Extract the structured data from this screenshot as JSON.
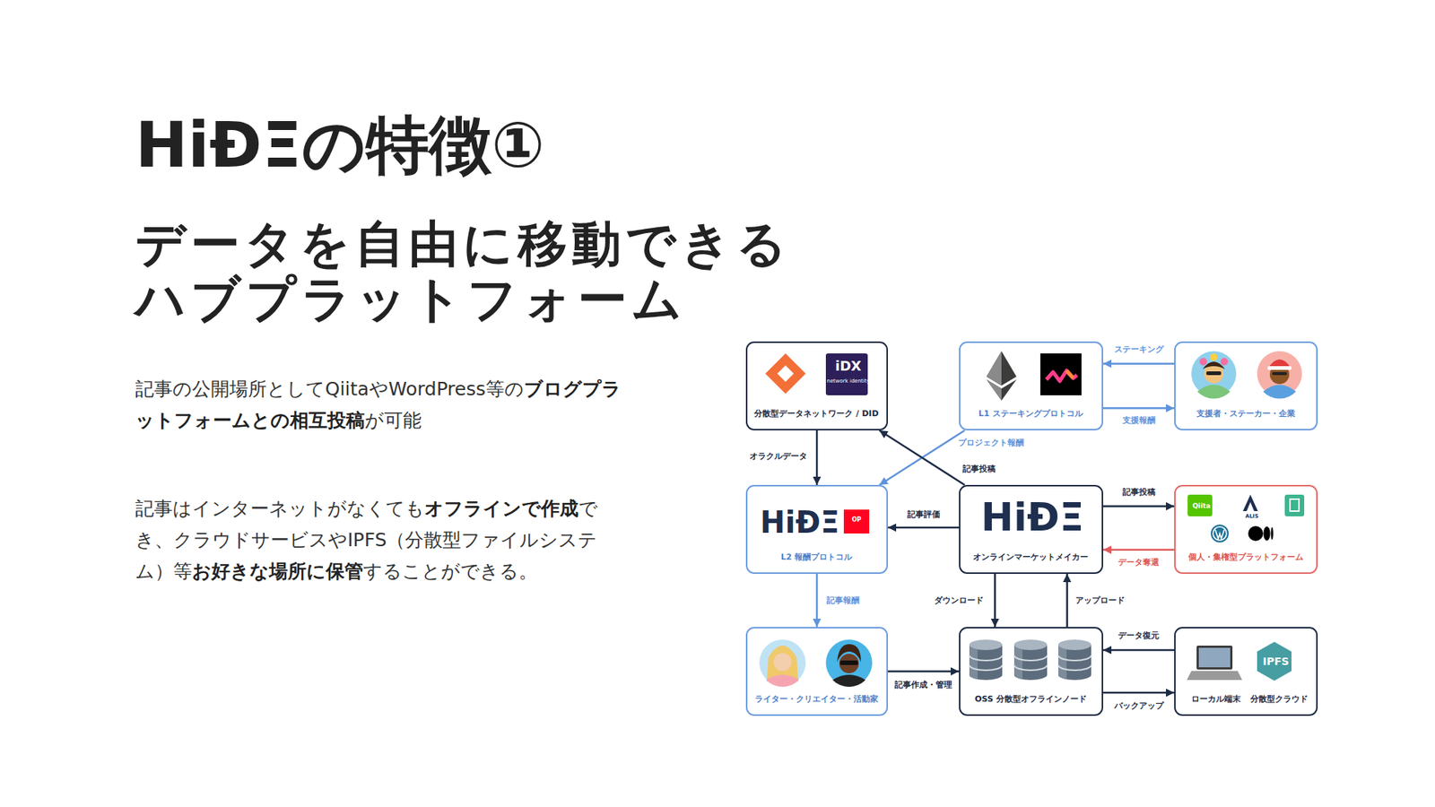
{
  "diagram": {
    "title": "HiĐΞの特徴①",
    "nodes": [
      {
        "text": [
          "iDX",
          "network identity",
          "分散型データネットワーク / DID"
        ]
      },
      {
        "text": [
          "L1 ステーキングプロトコル"
        ]
      },
      {
        "text": [
          "支援者・ステーカー・企業"
        ]
      },
      {
        "text": [
          "HiĐΞ",
          "OP",
          "L2 報酬プロトコル"
        ]
      },
      {
        "text": [
          "HiĐΞ",
          "オンラインマーケットメイカー"
        ]
      },
      {
        "text": [
          "Qiita",
          "ALIS",
          "個人・集権型プラットフォーム"
        ]
      },
      {
        "text": [
          "ライター・クリエイター・活動家"
        ]
      },
      {
        "text": [
          "OSS 分散型オフラインノード"
        ]
      },
      {
        "text": [
          "IPFS",
          "ローカル端末",
          "分散型クラウド"
        ]
      }
    ],
    "edges": [
      {
        "from": 2,
        "to": 1,
        "label": "ステーキング",
        "arrow": "to"
      },
      {
        "from": 1,
        "to": 2,
        "label": "支援報酬",
        "arrow": "to"
      },
      {
        "from": 0,
        "to": 3,
        "label": "オラクルデータ",
        "arrow": "to"
      },
      {
        "from": 1,
        "to": 3,
        "label": "プロジェクト報酬",
        "arrow": "to"
      },
      {
        "from": 4,
        "to": 0,
        "label": "記事投稿",
        "arrow": "to"
      },
      {
        "from": 4,
        "to": 3,
        "label": "記事評価",
        "arrow": "to"
      },
      {
        "from": 4,
        "to": 5,
        "label": "記事投稿",
        "arrow": "to"
      },
      {
        "from": 5,
        "to": 4,
        "label": "データ奪還",
        "arrow": "to"
      },
      {
        "from": 4,
        "to": 7,
        "label": "ダウンロード",
        "arrow": "to"
      },
      {
        "from": 7,
        "to": 4,
        "label": "アップロード",
        "arrow": "to"
      },
      {
        "from": 3,
        "to": 6,
        "label": "記事報酬",
        "arrow": "to"
      },
      {
        "from": 6,
        "to": 7,
        "label": "記事作成・管理",
        "arrow": "to"
      },
      {
        "from": 8,
        "to": 7,
        "label": "データ復元",
        "arrow": "to"
      },
      {
        "from": 7,
        "to": 8,
        "label": "バックアップ",
        "arrow": "to"
      }
    ],
    "labels": [
      "データを自由に移動できる ハブプラットフォーム",
      "記事の公開場所としてQiitaやWordPress等の",
      "ブログプラットフォームとの相互投稿",
      "が可能",
      "記事はインターネットがなくても",
      "オフラインで作成",
      "でき、クラウドサービスやIPFS（分散型ファイルシステム）等",
      "お好きな場所に保管",
      "することができる。"
    ]
  }
}
